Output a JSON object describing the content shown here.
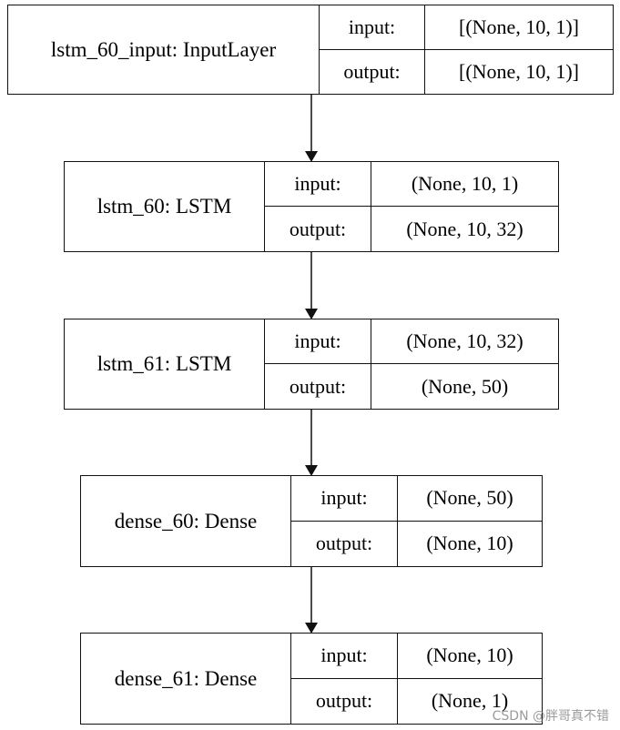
{
  "layers": [
    {
      "name": "lstm_60_input: InputLayer",
      "input_label": "input:",
      "input_shape": "[(None, 10, 1)]",
      "output_label": "output:",
      "output_shape": "[(None, 10, 1)]"
    },
    {
      "name": "lstm_60: LSTM",
      "input_label": "input:",
      "input_shape": "(None, 10, 1)",
      "output_label": "output:",
      "output_shape": "(None, 10, 32)"
    },
    {
      "name": "lstm_61: LSTM",
      "input_label": "input:",
      "input_shape": "(None, 10, 32)",
      "output_label": "output:",
      "output_shape": "(None, 50)"
    },
    {
      "name": "dense_60: Dense",
      "input_label": "input:",
      "input_shape": "(None, 50)",
      "output_label": "output:",
      "output_shape": "(None, 10)"
    },
    {
      "name": "dense_61: Dense",
      "input_label": "input:",
      "input_shape": "(None, 10)",
      "output_label": "output:",
      "output_shape": "(None, 1)"
    }
  ],
  "watermark": "CSDN @胖哥真不错"
}
